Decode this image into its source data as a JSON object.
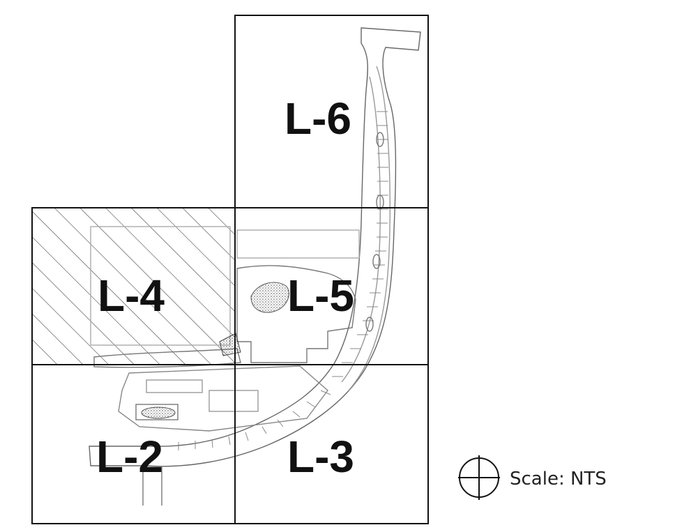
{
  "sheets": {
    "l6": "L-6",
    "l4": "L-4",
    "l5": "L-5",
    "l2": "L-2",
    "l3": "L-3"
  },
  "hatched_sheet": "L-4",
  "legend": {
    "icon": "north-arrow-crosshair-icon",
    "scale_text": "Scale: NTS"
  },
  "colors": {
    "line": "#111111",
    "hatch": "#333333",
    "plan_gray": "#777777"
  }
}
